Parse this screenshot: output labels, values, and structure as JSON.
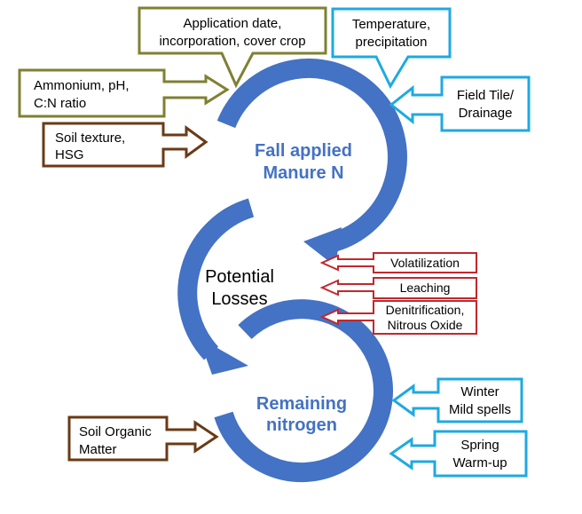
{
  "colors": {
    "cycle_blue": "#4472C4",
    "olive": "#7F8033",
    "cyan": "#1FA9E1",
    "brown": "#6B3A16",
    "red": "#C0282D"
  },
  "center_labels": {
    "fall_line1": "Fall applied",
    "fall_line2": "Manure N",
    "losses_line1": "Potential",
    "losses_line2": "Losses",
    "remaining_line1": "Remaining",
    "remaining_line2": "nitrogen"
  },
  "factors": {
    "application": {
      "line1": "Application date,",
      "line2": "incorporation, cover crop"
    },
    "ammonium": {
      "line1": "Ammonium, pH,",
      "line2": "C:N ratio"
    },
    "soil_texture": {
      "line1": "Soil texture,",
      "line2": "HSG"
    },
    "temperature": {
      "line1": "Temperature,",
      "line2": "precipitation"
    },
    "field_tile": {
      "line1": "Field Tile/",
      "line2": "Drainage"
    },
    "soil_organic": {
      "line1": "Soil Organic",
      "line2": "Matter"
    },
    "winter": {
      "line1": "Winter",
      "line2": "Mild spells"
    },
    "spring": {
      "line1": "Spring",
      "line2": "Warm-up"
    }
  },
  "losses": {
    "volatilization": "Volatilization",
    "leaching": "Leaching",
    "denitrification_line1": "Denitrification,",
    "denitrification_line2": "Nitrous Oxide"
  }
}
